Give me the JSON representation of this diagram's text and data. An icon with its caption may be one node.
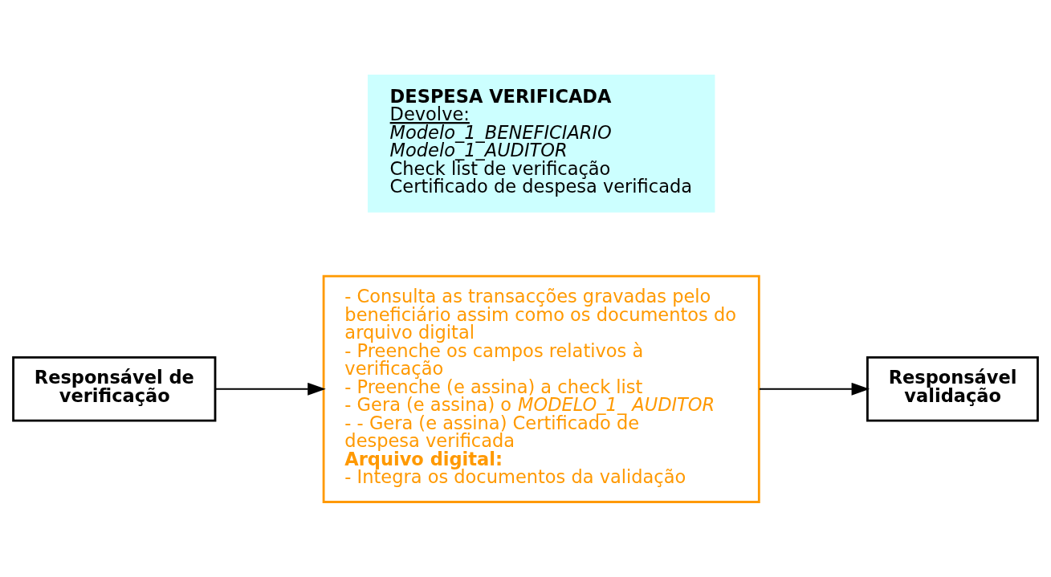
{
  "diagram": {
    "nodes": [
      {
        "text": [
          "Responsável de verificação"
        ]
      },
      {
        "text": [
          "- Consulta as transacções gravadas pelo beneficiário assim como os documentos do arquivo digital",
          "- Preenche os campos relativos à verificação",
          "- Preenche (e assina) a check list",
          "- Gera (e assina) o *MODELO_1_ AUDITOR*",
          "- - Gera (e assina) Certificado de despesa verificada",
          "Arquivo digital:",
          "- Integra os documentos da validação"
        ]
      },
      {
        "text": [
          "Responsável validação"
        ]
      },
      {
        "text": [
          "DESPESA VERIFICADA",
          "Devolve:",
          "Modelo_1_BENEFICIARIO",
          "Modelo_1_AUDITOR",
          "Check list de verificação",
          "Certificado de despesa verificada"
        ]
      }
    ],
    "edges": [
      {
        "from": 0,
        "to": 1,
        "arrow": "to"
      },
      {
        "from": 1,
        "to": 2,
        "arrow": "to"
      }
    ]
  }
}
